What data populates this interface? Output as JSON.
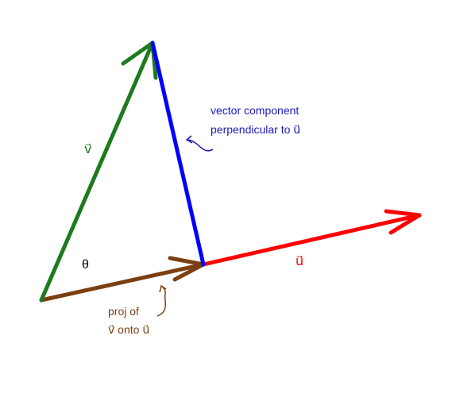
{
  "labels": {
    "v": "v⃗",
    "u": "u⃗",
    "theta": "θ",
    "perp_line1": "vector component",
    "perp_line2": "perpendicular to u⃗",
    "proj_line1": "proj of",
    "proj_line2": "v⃗ onto u⃗"
  },
  "colors": {
    "v": "#1e7a1e",
    "u": "#ff0000",
    "perp": "#0000ff",
    "proj": "#7b3f12",
    "perp_text": "#1a1ab8",
    "proj_text": "#7b3f12",
    "theta": "#000000"
  }
}
